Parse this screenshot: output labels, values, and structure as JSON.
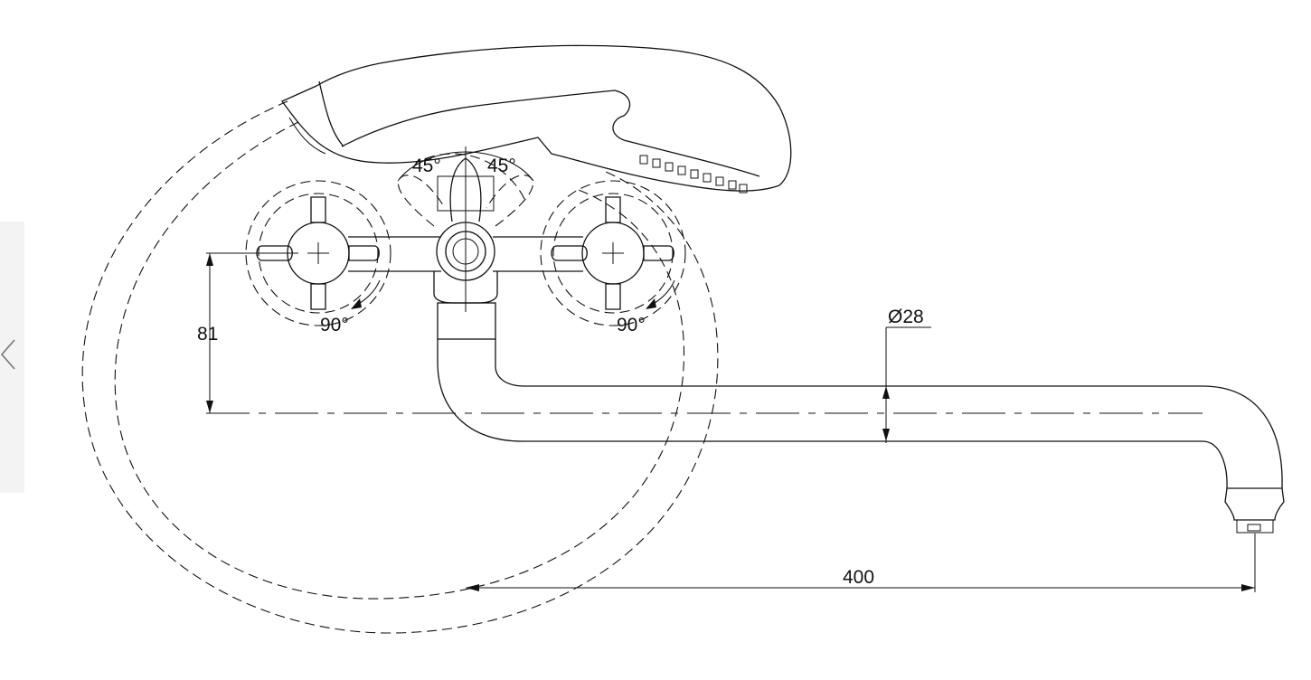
{
  "drawing": {
    "angle_left": "45°",
    "angle_right": "45°",
    "rotation_left": "90°",
    "rotation_right": "90°",
    "height_dim": "81",
    "diameter_dim": "Ø28",
    "length_dim": "400"
  },
  "viewer": {
    "prev_icon": "chevron-left-icon"
  }
}
